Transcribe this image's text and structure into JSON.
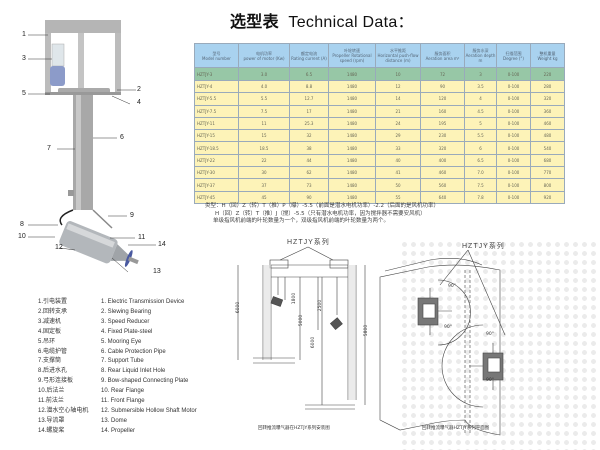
{
  "title": {
    "cn": "选型表",
    "en": "Technical Data："
  },
  "table": {
    "headers": [
      {
        "cn": "型号",
        "en": "Model number"
      },
      {
        "cn": "电机功率",
        "en": "power of motor (Kw)"
      },
      {
        "cn": "额定电流",
        "en": "Rating current (A)"
      },
      {
        "cn": "叶轮转速",
        "en": "Propeller Rotational speed (rpm)"
      },
      {
        "cn": "水平推距",
        "en": "Horizontal push-flow distance (m)"
      },
      {
        "cn": "服务面积",
        "en": "Aeration area m²"
      },
      {
        "cn": "服务水深",
        "en": "Aeration depth m"
      },
      {
        "cn": "扫描范围",
        "en": "Degree (°)"
      },
      {
        "cn": "整机重量",
        "en": "Weight kg"
      }
    ],
    "rows": [
      [
        "HZTJY-3",
        "3.0",
        "6.5",
        "1480",
        "10",
        "72",
        "3",
        "0-100",
        "220"
      ],
      [
        "HZTJY-4",
        "4.0",
        "8.8",
        "1480",
        "12",
        "90",
        "3.5",
        "0-100",
        "280"
      ],
      [
        "HZTJY-5.5",
        "5.5",
        "12.7",
        "1480",
        "14",
        "120",
        "4",
        "0-100",
        "320"
      ],
      [
        "HZTJY-7.5",
        "7.5",
        "17",
        "1480",
        "21",
        "160",
        "4.5",
        "0-100",
        "360"
      ],
      [
        "HZTJY-11",
        "11",
        "25.3",
        "1480",
        "24",
        "195",
        "5",
        "0-100",
        "460"
      ],
      [
        "HZTJY-15",
        "15",
        "32",
        "1480",
        "29",
        "230",
        "5.5",
        "0-100",
        "480"
      ],
      [
        "HZTJY-18.5",
        "18.5",
        "38",
        "1480",
        "33",
        "320",
        "6",
        "0-100",
        "540"
      ],
      [
        "HZTJY-22",
        "22",
        "44",
        "1480",
        "40",
        "400",
        "6.5",
        "0-100",
        "680"
      ],
      [
        "HZTJY-30",
        "30",
        "62",
        "1480",
        "41",
        "460",
        "7.0",
        "0-100",
        "770"
      ],
      [
        "HZTJY-37",
        "37",
        "73",
        "1480",
        "50",
        "560",
        "7.5",
        "0-100",
        "800"
      ],
      [
        "HZTJY-45",
        "45",
        "90",
        "1480",
        "55",
        "640",
        "7.8",
        "0-100",
        "920"
      ]
    ]
  },
  "notes": [
    "类型：H（回）Z（转）T（推）P（曝）-5.5（前面是潜水电机功率）-2.2（后面的是风机功率）",
    "H（回）Z（转）T（推）J（搅）-5.5（只有潜水电机功率，因为搅拌器不需要安风机）",
    "单级指风机前端的叶轮数量为一个，双级指风机前端的叶轮数量为两个。"
  ],
  "diagram_numbers": [
    "1",
    "2",
    "3",
    "4",
    "5",
    "6",
    "7",
    "8",
    "9",
    "10",
    "11",
    "12",
    "13",
    "14"
  ],
  "legend_cn": [
    "1.引电装置",
    "2.回转支承",
    "3.减速机",
    "4.固定板",
    "5.吊环",
    "6.电缆护管",
    "7.支撑筒",
    "8.后进水孔",
    "9.弓形连接板",
    "10.后法兰",
    "11.前法兰",
    "12.潜水空心轴电机",
    "13.导流罩",
    "14.螺旋桨"
  ],
  "legend_en": [
    "1. Electric Transmission Device",
    "2. Slewing Bearing",
    "3. Speed Reducer",
    "4. Fixed Plate-steel",
    "5. Mooring Eye",
    "6. Cable Protection Pipe",
    "7. Support Tube",
    "8. Rear Liquid Inlet Hole",
    "9. Bow-shaped Connecting Plate",
    "10. Rear Flange",
    "11. Front Flange",
    "12. Submersible Hollow Shaft Motor",
    "13. Dome",
    "14. Propeller"
  ],
  "drawings": {
    "series_label": "HZTJY系列",
    "dims": [
      "6000",
      "1800",
      "5000",
      "2500",
      "6000",
      "5800"
    ],
    "angles": [
      "90°",
      "90°",
      "90°",
      "90°"
    ],
    "caption_left": "回转推流曝气器在HZTJY系列安装图",
    "caption_right": "回转推流曝气器HZTJY系列平面图"
  }
}
